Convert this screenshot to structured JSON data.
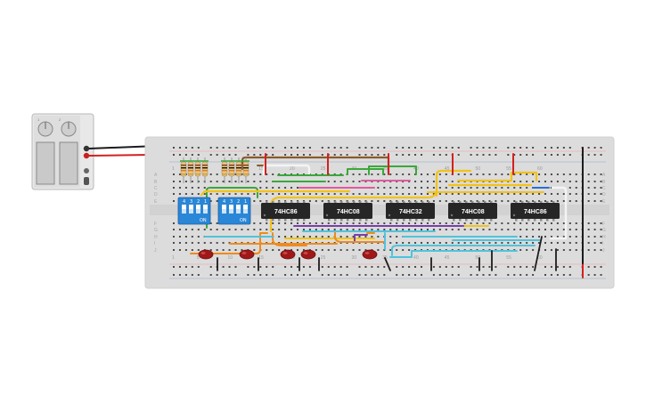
{
  "colors": {
    "breadboard": "#dcdcdc",
    "hole": "#4a4a4a",
    "rail_red": "#e0302a",
    "rail_black": "#222222",
    "chip": "#262626",
    "dip_switch": "#2a86d6",
    "led": "#a01818",
    "wire_brown": "#8a5a2b",
    "wire_yellow": "#f2c21a",
    "wire_green": "#3aa83a",
    "wire_purple": "#7a3fa8",
    "wire_orange": "#f08a1a",
    "wire_cyan": "#4fc3dc",
    "wire_pink": "#e05aa0",
    "wire_blue": "#2a6fd6",
    "wire_white": "#f4f4f4"
  },
  "chips": [
    {
      "label": "74HC86"
    },
    {
      "label": "74HC08"
    },
    {
      "label": "74HC32"
    },
    {
      "label": "74HC08"
    },
    {
      "label": "74HC86"
    }
  ],
  "dip_switches": [
    {
      "label": "ON",
      "positions": [
        "4",
        "3",
        "2",
        "1"
      ]
    },
    {
      "label": "ON",
      "positions": [
        "4",
        "3",
        "2",
        "1"
      ]
    }
  ],
  "breadboard": {
    "column_numbers": [
      "1",
      "5",
      "10",
      "15",
      "20",
      "25",
      "30",
      "35",
      "40",
      "45",
      "50",
      "55",
      "60"
    ],
    "row_letters_top": [
      "A",
      "B",
      "C",
      "D",
      "E"
    ],
    "row_letters_bottom": [
      "F",
      "G",
      "H",
      "I",
      "J"
    ]
  },
  "power_supply": {
    "icons": [
      "knob-icon",
      "knob-icon",
      "power-switch-icon"
    ]
  },
  "leds": 5,
  "resistors": 8
}
